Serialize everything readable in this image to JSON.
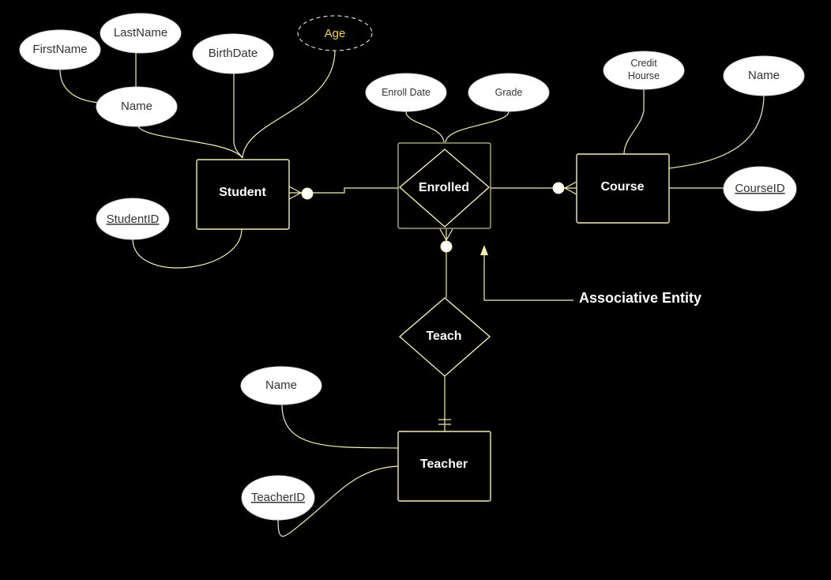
{
  "entities": {
    "student": "Student",
    "enrolled": "Enrolled",
    "course": "Course",
    "teach": "Teach",
    "teacher": "Teacher"
  },
  "attributes": {
    "first_name": "FirstName",
    "last_name": "LastName",
    "student_name": "Name",
    "birth_date": "BirthDate",
    "age": "Age",
    "student_id": "StudentID",
    "enroll_date": "Enroll Date",
    "grade": "Grade",
    "credit_hours_line1": "Credit",
    "credit_hours_line2": "Hourse",
    "course_name": "Name",
    "course_id": "CourseID",
    "teacher_name": "Name",
    "teacher_id": "TeacherID"
  },
  "annotation": "Associative Entity",
  "colors": {
    "background": "#000000",
    "line": "#f3efb3",
    "attribute_fill": "#ffffff",
    "derived_text": "#f5d547"
  }
}
